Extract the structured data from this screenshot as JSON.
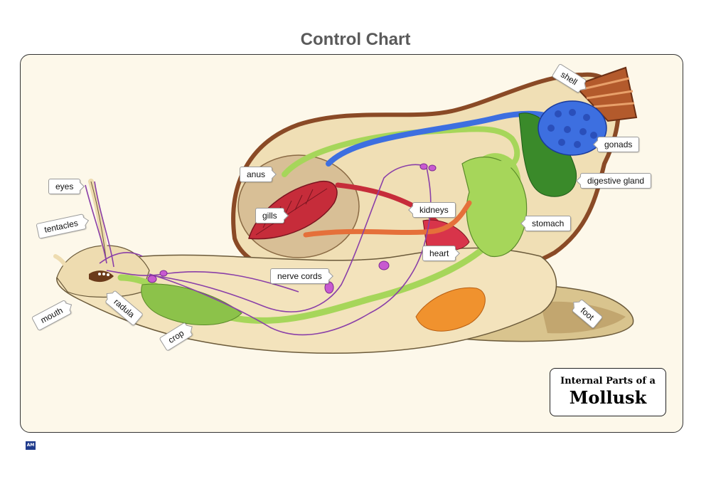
{
  "page": {
    "title": "Control Chart"
  },
  "diagram": {
    "subject": {
      "line1": "Internal Parts of a",
      "line2": "Mollusk"
    },
    "labels": {
      "shell": "shell",
      "gonads": "gonads",
      "digestive_gland": "digestive gland",
      "stomach": "stomach",
      "anus": "anus",
      "gills": "gills",
      "kidneys": "kidneys",
      "heart": "heart",
      "nerve_cords": "nerve cords",
      "eyes": "eyes",
      "tentacles": "tentacles",
      "mouth": "mouth",
      "radula": "radula",
      "crop": "crop",
      "foot": "foot"
    },
    "colors": {
      "shell_outer": "#8a4a26",
      "shell_inner": "#f0dfb5",
      "body": "#f3e3bc",
      "digestive_tract": "#a6d65a",
      "gonads": "#3d6fe0",
      "digestive_gland": "#3a8a2a",
      "gills": "#c62c3a",
      "kidneys": "#e5703a",
      "nerves": "#8a3fa8",
      "foot_orange": "#f0922e"
    }
  },
  "footer": {
    "logo_text": "AM"
  }
}
